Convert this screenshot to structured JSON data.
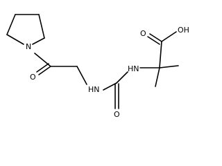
{
  "structure": {
    "atoms": {
      "oh": "OH",
      "carboxyl_o": "O",
      "nh_right": "HN",
      "nh_left": "HN",
      "urea_o": "O",
      "amide_o": "O",
      "pyrrolidine_n": "N"
    },
    "colors": {
      "bond": "#000000",
      "label": "#000000",
      "background": "#ffffff"
    }
  }
}
